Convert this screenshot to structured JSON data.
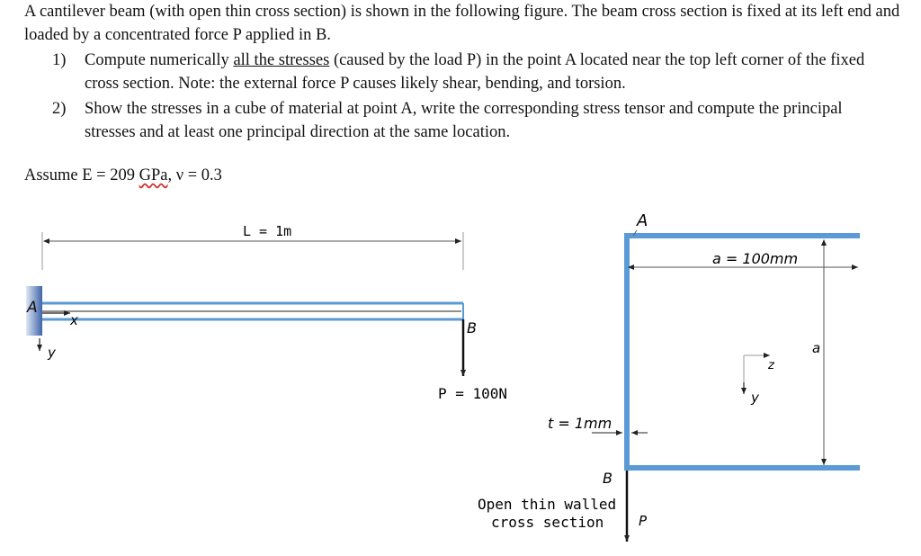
{
  "problem": {
    "intro": "A cantilever beam (with open thin cross section) is shown in the following figure. The beam cross section is fixed at its left end and loaded by a concentrated force P applied in B.",
    "items": [
      {
        "number": "1)",
        "before": "Compute numerically ",
        "underlined": "all the stresses",
        "after": " (caused by the load P) in the point A located near the top left corner of the fixed cross section. Note: the external force P causes likely shear, bending, and torsion."
      },
      {
        "number": "2)",
        "text": "Show the stresses in a cube of material at point A, write the corresponding stress tensor and compute the principal stresses and at least one principal direction at the same location."
      }
    ],
    "assume_prefix": "Assume E = 209 ",
    "assume_unit": "GPa",
    "assume_suffix": ", ν = 0.3"
  },
  "beam_figure": {
    "length_label": "L = 1m",
    "fixed_end_label": "A",
    "x_axis_label": "x",
    "y_axis_label": "y",
    "load_point_label": "B",
    "load_label": "P = 100N"
  },
  "section_figure": {
    "top_point_label": "A",
    "width_label": "a = 100mm",
    "height_label": "a",
    "z_axis_label": "z",
    "y_axis_label": "y",
    "thickness_label": "t = 1mm",
    "load_point_label": "B",
    "caption_line1": "Open thin walled",
    "caption_line2": "cross section",
    "load_label": "P"
  },
  "colors": {
    "beam_blue": "#5b9bd5",
    "wall_blue": "#5b9bd5",
    "support": "#4a6fb0"
  }
}
